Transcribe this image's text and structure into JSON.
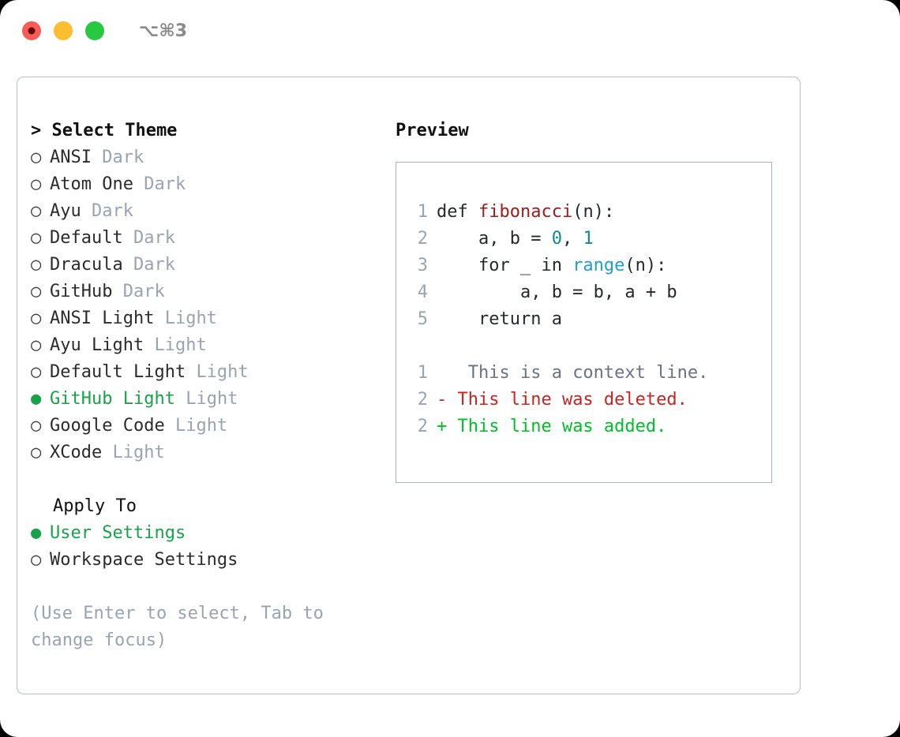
{
  "titlebar": {
    "shortcut": "⌥⌘3",
    "buttons": [
      "close",
      "minimize",
      "zoom"
    ]
  },
  "theme_picker": {
    "header": "> Select Theme",
    "items": [
      {
        "marker": "○",
        "label": "ANSI",
        "tag": "Dark",
        "selected": false
      },
      {
        "marker": "○",
        "label": "Atom One",
        "tag": "Dark",
        "selected": false
      },
      {
        "marker": "○",
        "label": "Ayu",
        "tag": "Dark",
        "selected": false
      },
      {
        "marker": "○",
        "label": "Default",
        "tag": "Dark",
        "selected": false
      },
      {
        "marker": "○",
        "label": "Dracula",
        "tag": "Dark",
        "selected": false
      },
      {
        "marker": "○",
        "label": "GitHub",
        "tag": "Dark",
        "selected": false
      },
      {
        "marker": "○",
        "label": "ANSI Light",
        "tag": "Light",
        "selected": false
      },
      {
        "marker": "○",
        "label": "Ayu Light",
        "tag": "Light",
        "selected": false
      },
      {
        "marker": "○",
        "label": "Default Light",
        "tag": "Light",
        "selected": false
      },
      {
        "marker": "●",
        "label": "GitHub Light",
        "tag": "Light",
        "selected": true
      },
      {
        "marker": "○",
        "label": "Google Code",
        "tag": "Light",
        "selected": false
      },
      {
        "marker": "○",
        "label": "XCode",
        "tag": "Light",
        "selected": false
      }
    ]
  },
  "apply_to": {
    "header": "Apply To",
    "items": [
      {
        "marker": "●",
        "label": "User Settings",
        "selected": true
      },
      {
        "marker": "○",
        "label": "Workspace Settings",
        "selected": false
      }
    ]
  },
  "hint": "(Use Enter to select, Tab to change focus)",
  "preview": {
    "title": "Preview",
    "code_lines": [
      {
        "n": "1",
        "tokens": [
          {
            "t": "def ",
            "c": "k-plain"
          },
          {
            "t": "fibonacci",
            "c": "k-fn"
          },
          {
            "t": "(n):",
            "c": "k-plain"
          }
        ]
      },
      {
        "n": "2",
        "tokens": [
          {
            "t": "    a, b = ",
            "c": "k-plain"
          },
          {
            "t": "0",
            "c": "k-num"
          },
          {
            "t": ", ",
            "c": "k-plain"
          },
          {
            "t": "1",
            "c": "k-num"
          }
        ]
      },
      {
        "n": "3",
        "tokens": [
          {
            "t": "    for _ in ",
            "c": "k-plain"
          },
          {
            "t": "range",
            "c": "k-call"
          },
          {
            "t": "(n):",
            "c": "k-plain"
          }
        ]
      },
      {
        "n": "4",
        "tokens": [
          {
            "t": "        a, b = b, a + b",
            "c": "k-plain"
          }
        ]
      },
      {
        "n": "5",
        "tokens": [
          {
            "t": "    return a",
            "c": "k-plain"
          }
        ]
      }
    ],
    "diff_lines": [
      {
        "n": "1",
        "sign": " ",
        "text": "  This is a context line.",
        "cls": "d-ctx"
      },
      {
        "n": "2",
        "sign": "-",
        "text": " This line was deleted.",
        "cls": "d-del"
      },
      {
        "n": "2",
        "sign": "+",
        "text": " This line was added.",
        "cls": "d-add"
      }
    ]
  },
  "colors": {
    "accent_green": "#16a349",
    "diff_added": "#00bf2a",
    "diff_deleted": "#cc2222",
    "muted": "#9aa3b2",
    "function_name": "#a01b1b",
    "number": "#0e8a8a",
    "builtin": "#1f9fd0"
  }
}
